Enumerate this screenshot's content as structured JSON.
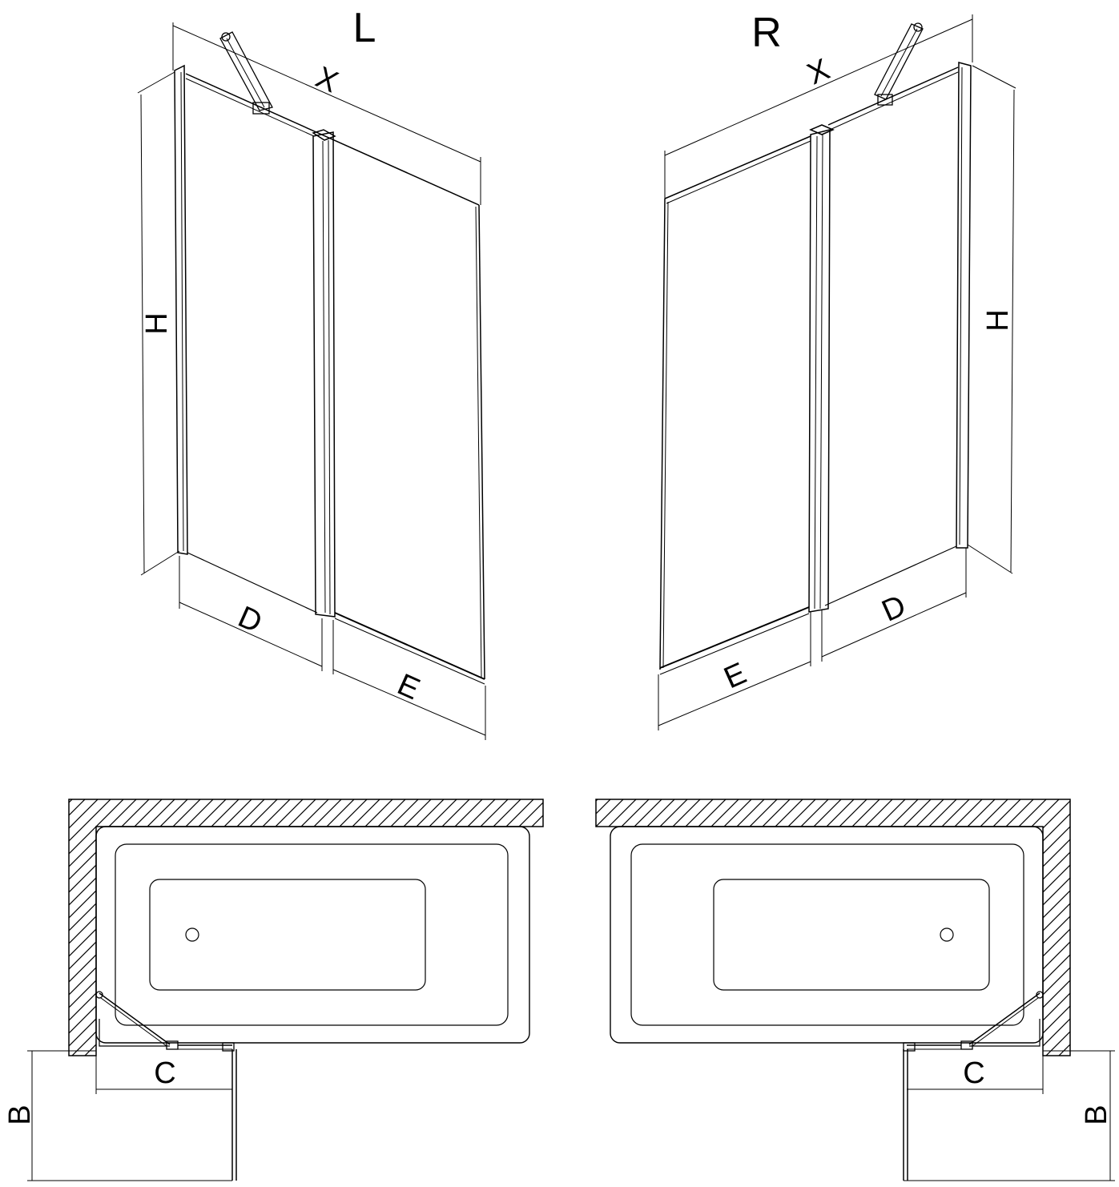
{
  "left_view": {
    "title": "L",
    "dims": {
      "x": "X",
      "h": "H",
      "d": "D",
      "e": "E",
      "c": "C",
      "b": "B"
    }
  },
  "right_view": {
    "title": "R",
    "dims": {
      "x": "X",
      "h": "H",
      "d": "D",
      "e": "E",
      "c": "C",
      "b": "B"
    }
  },
  "colors": {
    "line": "#000000",
    "background": "#ffffff"
  }
}
